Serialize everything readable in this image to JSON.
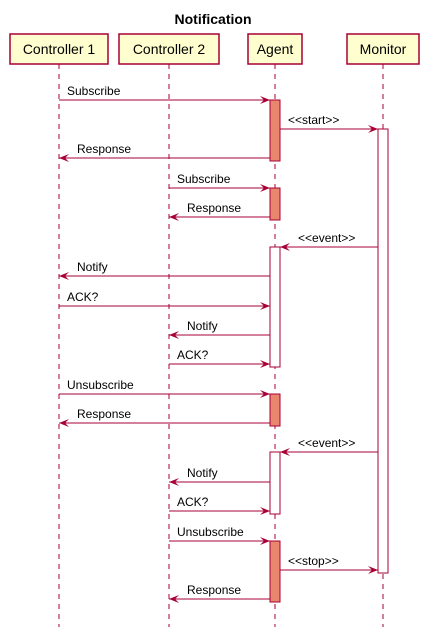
{
  "title": "Notification",
  "participants": [
    "Controller 1",
    "Controller 2",
    "Agent",
    "Monitor"
  ],
  "colors": {
    "line": "#A80036",
    "participant_fill": "#FEFECE",
    "activation_fill": "#E8866E",
    "activation_fill_plain": "#FFFFFF"
  },
  "messages": [
    {
      "from": 0,
      "to": 2,
      "label": "Subscribe"
    },
    {
      "from": 2,
      "to": 3,
      "label": "<<start>>"
    },
    {
      "from": 2,
      "to": 0,
      "label": "Response"
    },
    {
      "from": 1,
      "to": 2,
      "label": "Subscribe"
    },
    {
      "from": 2,
      "to": 1,
      "label": "Response"
    },
    {
      "from": 3,
      "to": 2,
      "label": "<<event>>"
    },
    {
      "from": 2,
      "to": 0,
      "label": "Notify"
    },
    {
      "from": 0,
      "to": 2,
      "label": "ACK?"
    },
    {
      "from": 2,
      "to": 1,
      "label": "Notify"
    },
    {
      "from": 1,
      "to": 2,
      "label": "ACK?"
    },
    {
      "from": 0,
      "to": 2,
      "label": "Unsubscribe"
    },
    {
      "from": 2,
      "to": 0,
      "label": "Response"
    },
    {
      "from": 3,
      "to": 2,
      "label": "<<event>>"
    },
    {
      "from": 2,
      "to": 1,
      "label": "Notify"
    },
    {
      "from": 1,
      "to": 2,
      "label": "ACK?"
    },
    {
      "from": 1,
      "to": 2,
      "label": "Unsubscribe"
    },
    {
      "from": 2,
      "to": 3,
      "label": "<<stop>>"
    },
    {
      "from": 2,
      "to": 1,
      "label": "Response"
    }
  ],
  "activations": [
    {
      "participant": 2,
      "from_message": 0,
      "to_message": 2,
      "fill": "activation"
    },
    {
      "participant": 3,
      "from_message": 1,
      "to_message": 16,
      "fill": "plain"
    },
    {
      "participant": 2,
      "from_message": 3,
      "to_message": 4,
      "fill": "activation"
    },
    {
      "participant": 2,
      "from_message": 5,
      "to_message": 9,
      "fill": "plain"
    },
    {
      "participant": 2,
      "from_message": 10,
      "to_message": 11,
      "fill": "activation"
    },
    {
      "participant": 2,
      "from_message": 12,
      "to_message": 14,
      "fill": "plain"
    },
    {
      "participant": 2,
      "from_message": 15,
      "to_message": 17,
      "fill": "activation"
    }
  ]
}
